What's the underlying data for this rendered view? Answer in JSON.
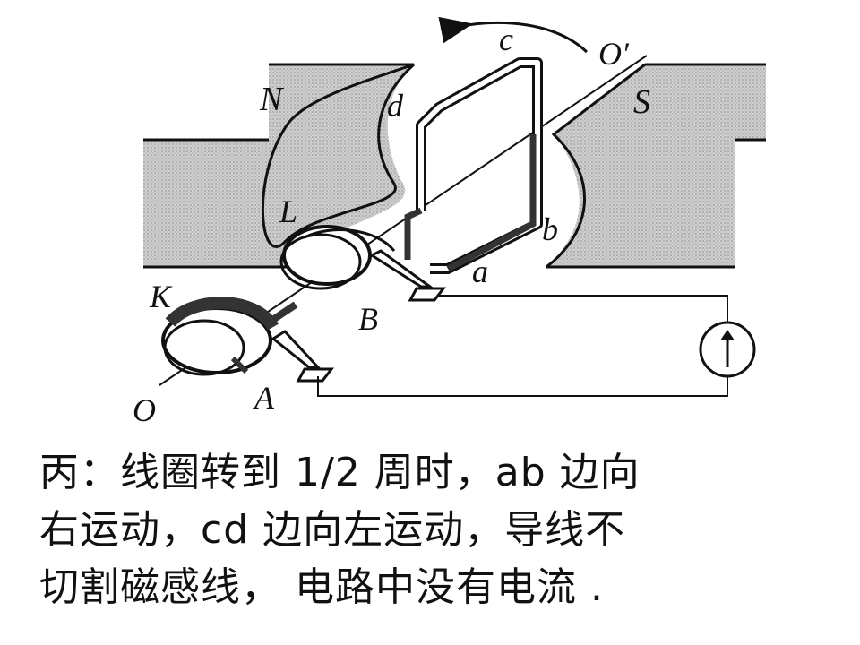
{
  "labels": {
    "c": "c",
    "O_prime": "O′",
    "N": "N",
    "d": "d",
    "S": "S",
    "L": "L",
    "b": "b",
    "a": "a",
    "K": "K",
    "B": "B",
    "O": "O",
    "A": "A"
  },
  "caption": {
    "line1": "丙：线圈转到 1/2 周时，ab 边向",
    "line2": "右运动，cd 边向左运动，导线不",
    "line3": "切割磁感线，  电路中没有电流 ."
  },
  "colors": {
    "magnet_fill": "#c8c8c8",
    "ink": "#111111",
    "coil_dark": "#333333"
  },
  "icons": {
    "meter": "galvanometer-icon",
    "rotation": "rotation-arrow-icon"
  }
}
